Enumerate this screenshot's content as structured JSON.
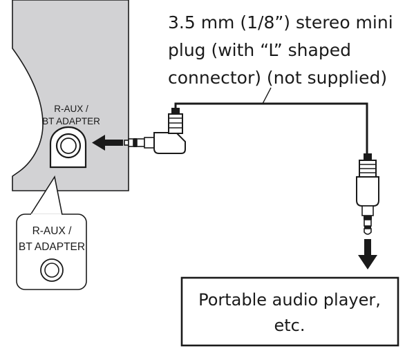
{
  "cable_caption": {
    "line1": "3.5 mm (1/8”) stereo mini",
    "line2": "plug (with “L” shaped",
    "line3": "connector) (not supplied)"
  },
  "unit_port_label": {
    "line1": "R-AUX /",
    "line2": "BT ADAPTER"
  },
  "callout_port_label": {
    "line1": "R-AUX /",
    "line2": "BT ADAPTER"
  },
  "player_box": {
    "line1": "Portable audio player,",
    "line2": "etc."
  },
  "colors": {
    "panel_fill": "#d2d2d4",
    "line": "#1a1a1a",
    "background": "#ffffff"
  }
}
